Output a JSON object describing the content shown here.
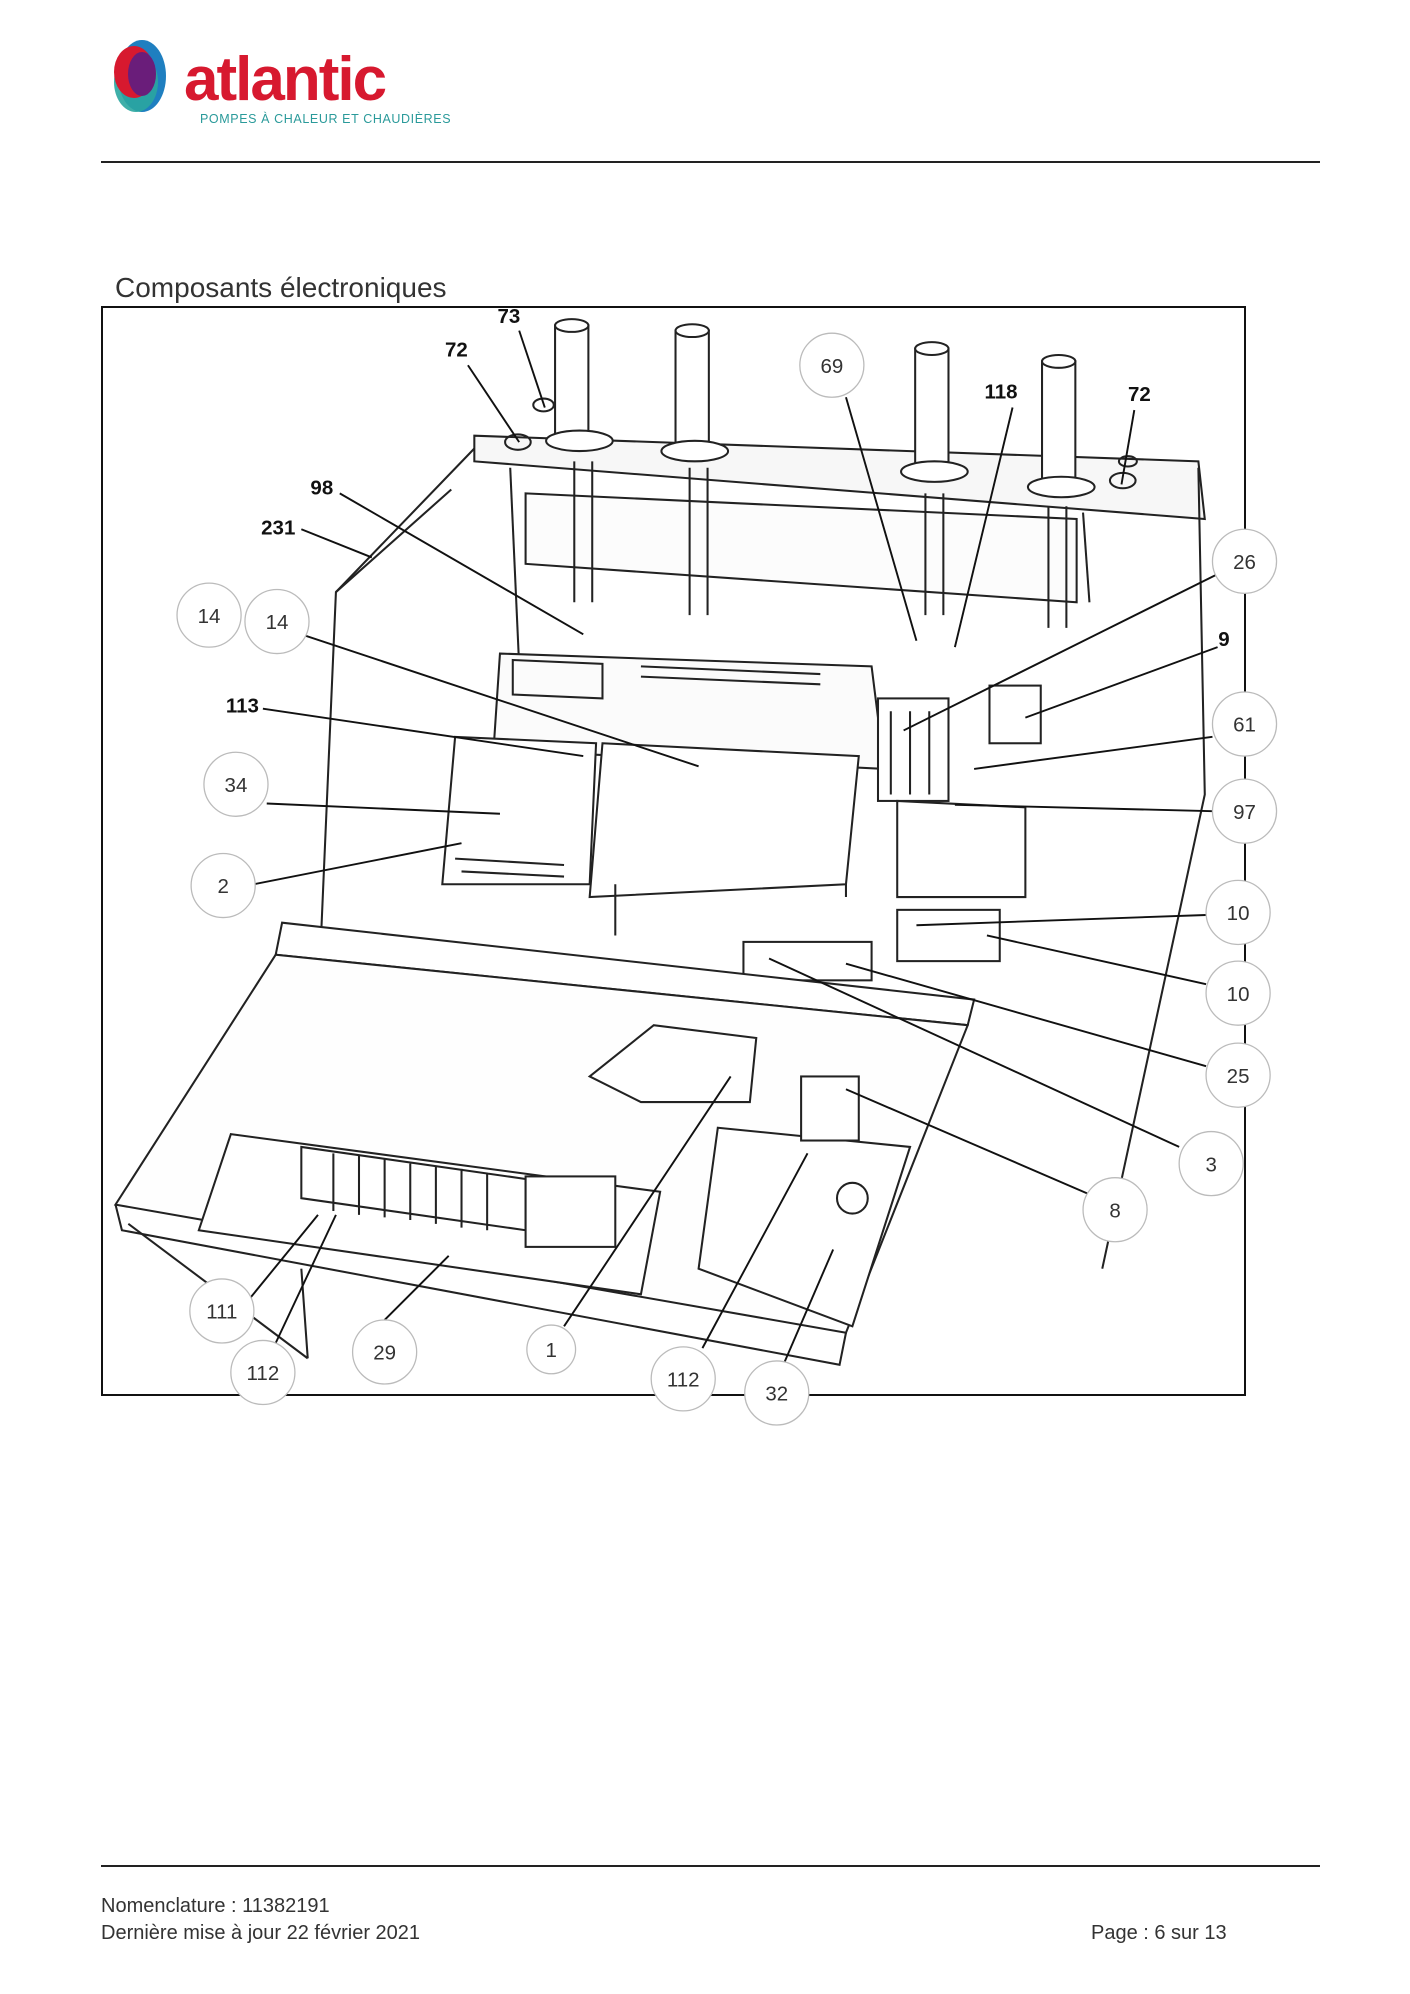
{
  "header": {
    "logo_text": "atlantic",
    "logo_tagline": "POMPES À CHALEUR ET CHAUDIÈRES",
    "brand_color": "#d7192f",
    "tagline_color": "#2a9a9a"
  },
  "section": {
    "title": "Composants électroniques"
  },
  "diagram": {
    "circled_labels": [
      "69",
      "14",
      "14",
      "34",
      "2",
      "26",
      "61",
      "97",
      "10",
      "10",
      "25",
      "3",
      "8",
      "111",
      "112",
      "29",
      "1",
      "112",
      "32"
    ],
    "bold_labels": [
      "73",
      "72",
      "98",
      "231",
      "113",
      "118",
      "72",
      "9"
    ]
  },
  "footer": {
    "nomenclature": "Nomenclature : 11382191",
    "updated": "Dernière mise à jour 22 février 2021",
    "page": "Page : 6 sur 13"
  }
}
